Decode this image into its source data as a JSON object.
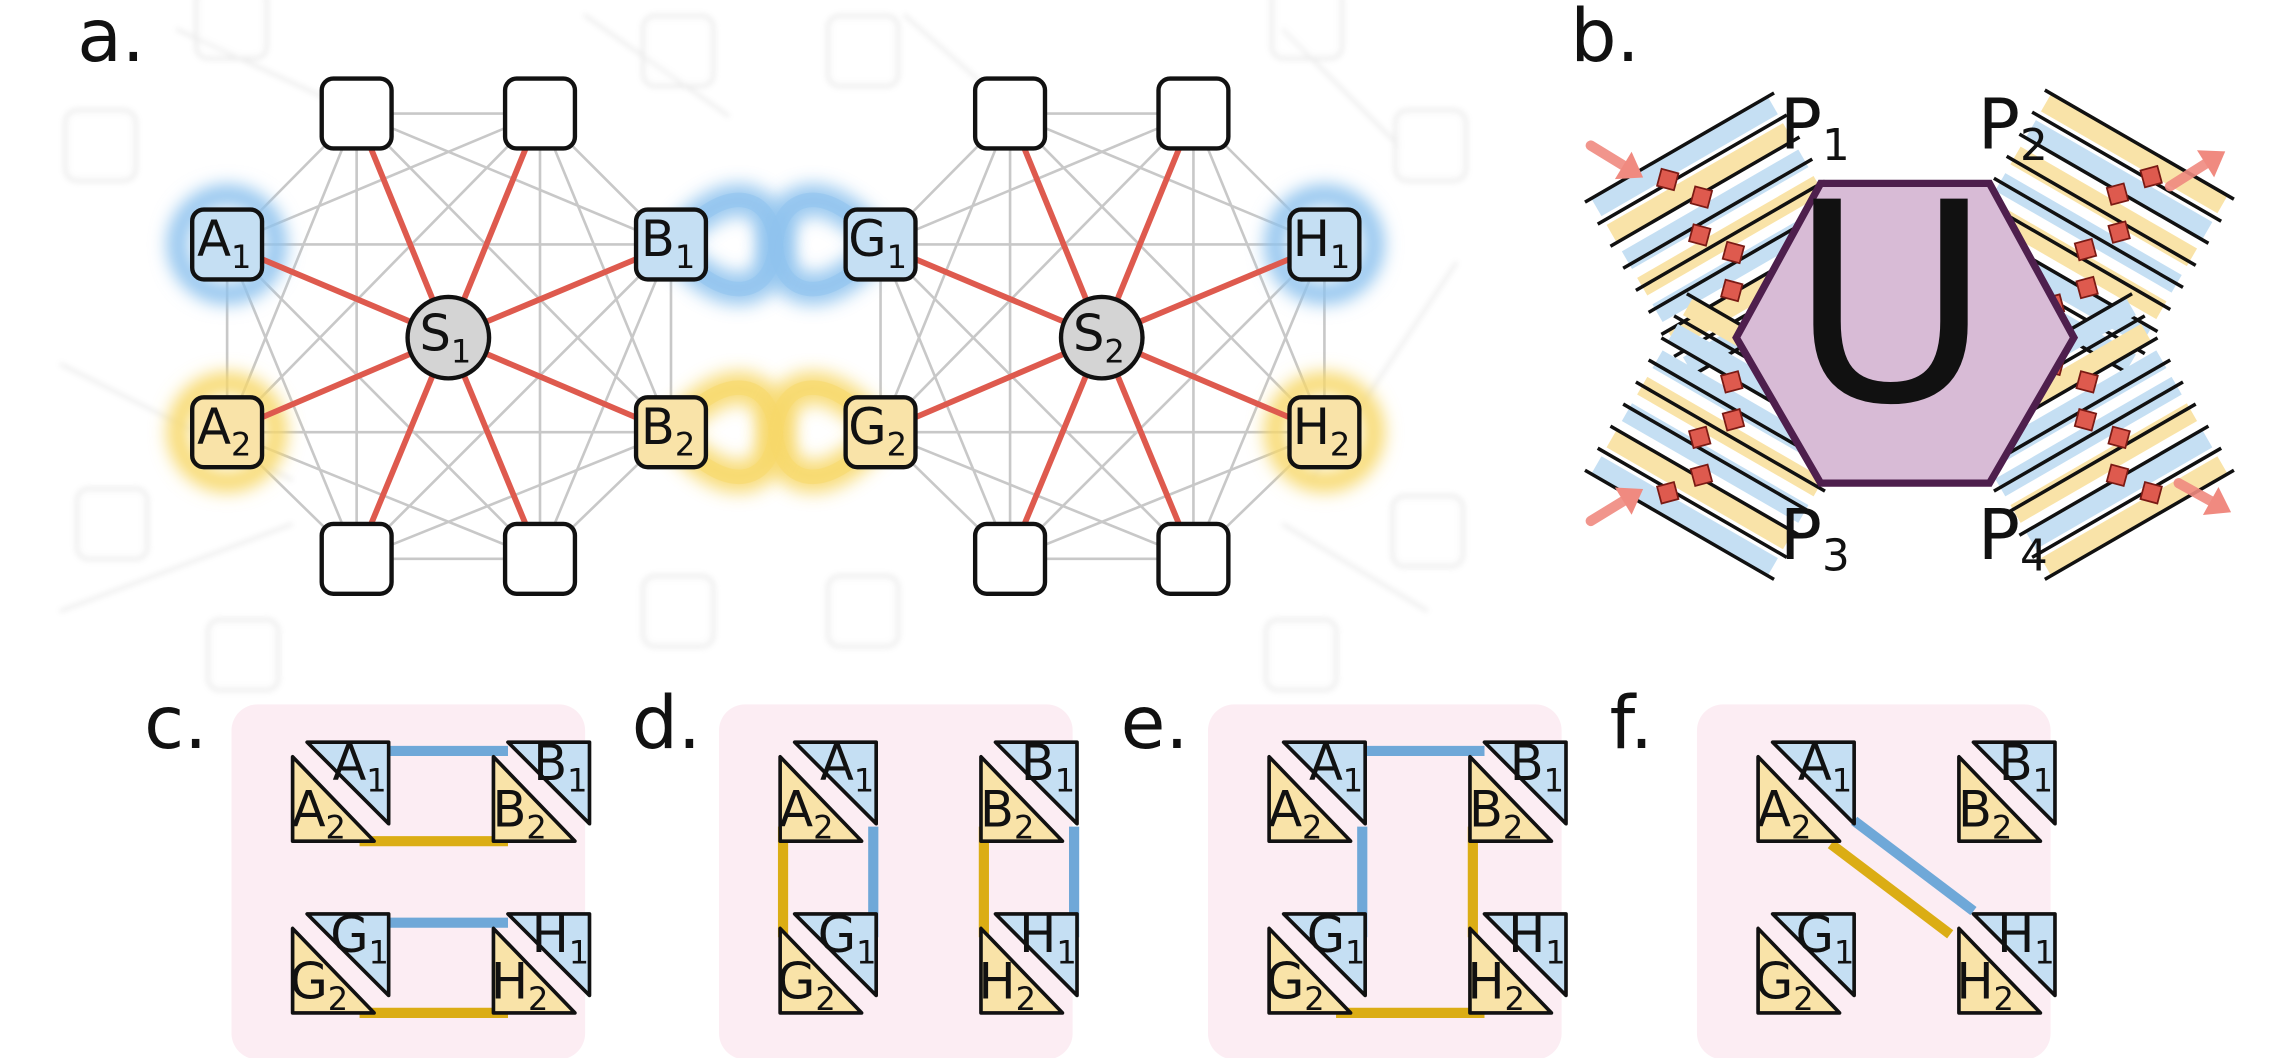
{
  "colors": {
    "blue_fill": "#c5dff3",
    "blue_glow": "#8fc3ee",
    "blue_link": "#6fa8d8",
    "yellow_fill": "#f9e3a8",
    "yellow_glow": "#f7d86a",
    "yellow_link": "#dbad14",
    "red_edge": "#de5a4e",
    "gray_edge": "#c8c8c8",
    "center_fill": "#d4d4d4",
    "hex_fill": "#d8bbd6",
    "hex_stroke": "#4e1f4d",
    "panel_bg": "#fcedf3",
    "arrow_red": "#f08a80"
  },
  "panel_a": {
    "label": "a.",
    "centers": [
      {
        "main": "S",
        "sub": "1"
      },
      {
        "main": "S",
        "sub": "2"
      }
    ],
    "nodes": {
      "A1": {
        "main": "A",
        "sub": "1",
        "color": "blue"
      },
      "A2": {
        "main": "A",
        "sub": "2",
        "color": "yellow"
      },
      "B1": {
        "main": "B",
        "sub": "1",
        "color": "blue"
      },
      "B2": {
        "main": "B",
        "sub": "2",
        "color": "yellow"
      },
      "G1": {
        "main": "G",
        "sub": "1",
        "color": "blue"
      },
      "G2": {
        "main": "G",
        "sub": "2",
        "color": "yellow"
      },
      "H1": {
        "main": "H",
        "sub": "1",
        "color": "blue"
      },
      "H2": {
        "main": "H",
        "sub": "2",
        "color": "yellow"
      }
    }
  },
  "panel_b": {
    "label": "b.",
    "unitary": "U",
    "ports": [
      {
        "main": "P",
        "sub": "1"
      },
      {
        "main": "P",
        "sub": "2"
      },
      {
        "main": "P",
        "sub": "3"
      },
      {
        "main": "P",
        "sub": "4"
      }
    ]
  },
  "panels_cf": [
    {
      "label": "c.",
      "pairs": [
        {
          "blue": {
            "main": "A",
            "sub": "1"
          },
          "yellow": {
            "main": "A",
            "sub": "2"
          }
        },
        {
          "blue": {
            "main": "B",
            "sub": "1"
          },
          "yellow": {
            "main": "B",
            "sub": "2"
          }
        },
        {
          "blue": {
            "main": "G",
            "sub": "1"
          },
          "yellow": {
            "main": "G",
            "sub": "2"
          }
        },
        {
          "blue": {
            "main": "H",
            "sub": "1"
          },
          "yellow": {
            "main": "H",
            "sub": "2"
          }
        }
      ],
      "links": [
        {
          "from": "A",
          "to": "B",
          "color": "blue"
        },
        {
          "from": "A",
          "to": "B",
          "color": "yellow"
        },
        {
          "from": "G",
          "to": "H",
          "color": "blue"
        },
        {
          "from": "G",
          "to": "H",
          "color": "yellow"
        }
      ]
    },
    {
      "label": "d.",
      "pairs": [
        {
          "blue": {
            "main": "A",
            "sub": "1"
          },
          "yellow": {
            "main": "A",
            "sub": "2"
          }
        },
        {
          "blue": {
            "main": "B",
            "sub": "1"
          },
          "yellow": {
            "main": "B",
            "sub": "2"
          }
        },
        {
          "blue": {
            "main": "G",
            "sub": "1"
          },
          "yellow": {
            "main": "G",
            "sub": "2"
          }
        },
        {
          "blue": {
            "main": "H",
            "sub": "1"
          },
          "yellow": {
            "main": "H",
            "sub": "2"
          }
        }
      ],
      "links": [
        {
          "from": "A",
          "to": "G",
          "color": "blue"
        },
        {
          "from": "A",
          "to": "G",
          "color": "yellow"
        },
        {
          "from": "B",
          "to": "H",
          "color": "blue"
        },
        {
          "from": "B",
          "to": "H",
          "color": "yellow"
        }
      ]
    },
    {
      "label": "e.",
      "pairs": [
        {
          "blue": {
            "main": "A",
            "sub": "1"
          },
          "yellow": {
            "main": "A",
            "sub": "2"
          }
        },
        {
          "blue": {
            "main": "B",
            "sub": "1"
          },
          "yellow": {
            "main": "B",
            "sub": "2"
          }
        },
        {
          "blue": {
            "main": "G",
            "sub": "1"
          },
          "yellow": {
            "main": "G",
            "sub": "2"
          }
        },
        {
          "blue": {
            "main": "H",
            "sub": "1"
          },
          "yellow": {
            "main": "H",
            "sub": "2"
          }
        }
      ],
      "links": [
        {
          "from": "A",
          "to": "B",
          "color": "blue"
        },
        {
          "from": "B",
          "to": "H",
          "color": "yellow"
        },
        {
          "from": "G",
          "to": "H",
          "color": "yellow"
        },
        {
          "from": "A",
          "to": "G",
          "color": "blue"
        }
      ]
    },
    {
      "label": "f.",
      "pairs": [
        {
          "blue": {
            "main": "A",
            "sub": "1"
          },
          "yellow": {
            "main": "A",
            "sub": "2"
          }
        },
        {
          "blue": {
            "main": "B",
            "sub": "1"
          },
          "yellow": {
            "main": "B",
            "sub": "2"
          }
        },
        {
          "blue": {
            "main": "G",
            "sub": "1"
          },
          "yellow": {
            "main": "G",
            "sub": "2"
          }
        },
        {
          "blue": {
            "main": "H",
            "sub": "1"
          },
          "yellow": {
            "main": "H",
            "sub": "2"
          }
        }
      ],
      "links": [
        {
          "from": "A",
          "to": "H",
          "color": "blue"
        },
        {
          "from": "A",
          "to": "H",
          "color": "yellow"
        }
      ]
    }
  ]
}
